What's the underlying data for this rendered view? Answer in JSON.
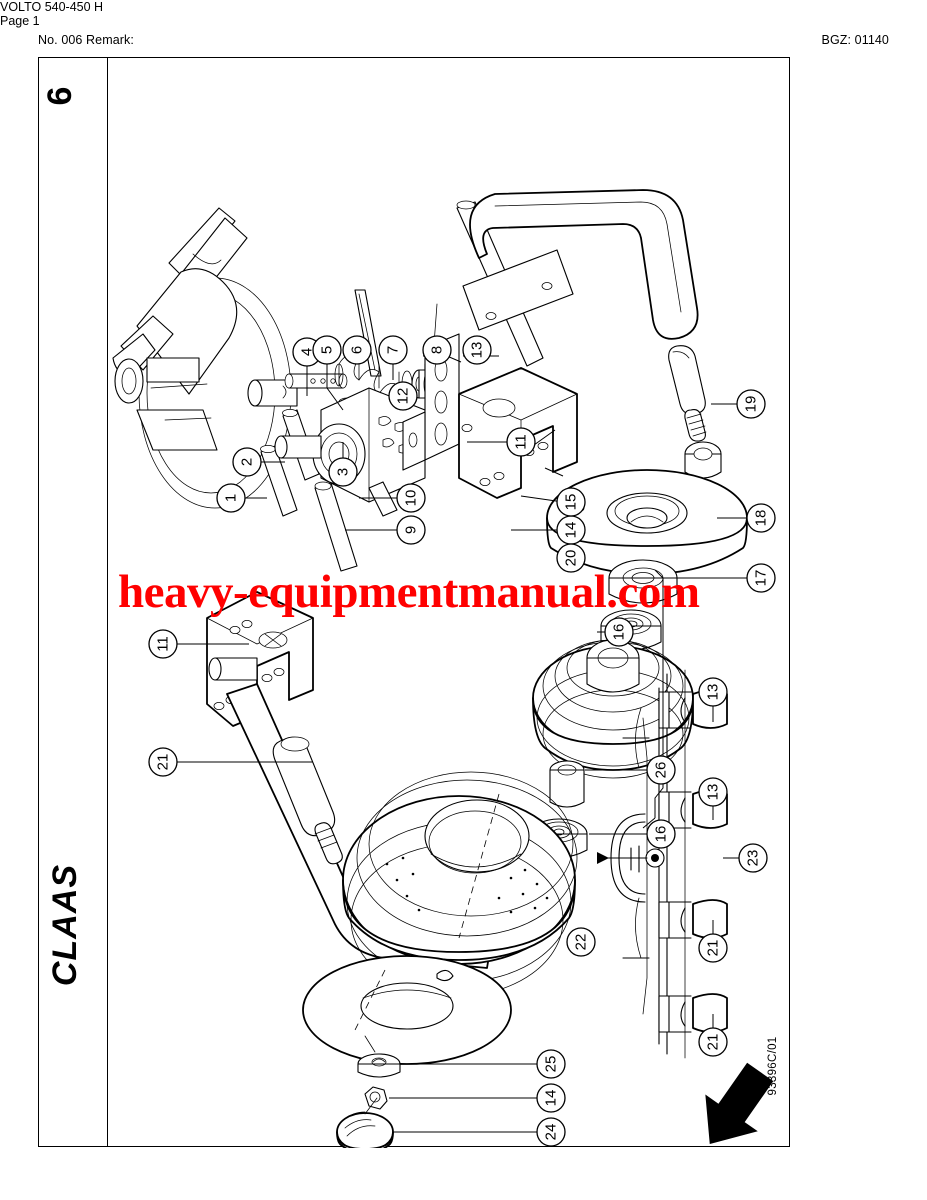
{
  "header": {
    "left": "No. 006   Remark:",
    "right": "BGZ: 01140"
  },
  "footer": {
    "left": "VOLTO 540-450 H",
    "right": "Page 1"
  },
  "frame": {
    "page_number": "6",
    "brand": "CLAAS",
    "drawing_number": "93396C/01"
  },
  "watermark": {
    "text": "heavy-equipmentmanual.com",
    "color": "#ff0000"
  },
  "diagram": {
    "title": "Wheel / tine arm exploded parts view",
    "callouts": [
      {
        "id": "c1",
        "label": "1"
      },
      {
        "id": "c2",
        "label": "2"
      },
      {
        "id": "c3",
        "label": "3"
      },
      {
        "id": "c4",
        "label": "4"
      },
      {
        "id": "c5",
        "label": "5"
      },
      {
        "id": "c6",
        "label": "6"
      },
      {
        "id": "c7",
        "label": "7"
      },
      {
        "id": "c8",
        "label": "8"
      },
      {
        "id": "c9",
        "label": "9"
      },
      {
        "id": "c10",
        "label": "10"
      },
      {
        "id": "c11",
        "label": "11"
      },
      {
        "id": "c11b",
        "label": "11"
      },
      {
        "id": "c12",
        "label": "12"
      },
      {
        "id": "c13",
        "label": "13"
      },
      {
        "id": "c13b",
        "label": "13"
      },
      {
        "id": "c13c",
        "label": "13"
      },
      {
        "id": "c14",
        "label": "14"
      },
      {
        "id": "c14b",
        "label": "14"
      },
      {
        "id": "c15",
        "label": "15"
      },
      {
        "id": "c16",
        "label": "16"
      },
      {
        "id": "c16b",
        "label": "16"
      },
      {
        "id": "c17",
        "label": "17"
      },
      {
        "id": "c18",
        "label": "18"
      },
      {
        "id": "c19",
        "label": "19"
      },
      {
        "id": "c20",
        "label": "20"
      },
      {
        "id": "c21",
        "label": "21"
      },
      {
        "id": "c21b",
        "label": "21"
      },
      {
        "id": "c21c",
        "label": "21"
      },
      {
        "id": "c22",
        "label": "22"
      },
      {
        "id": "c23",
        "label": "23"
      },
      {
        "id": "c24",
        "label": "24"
      },
      {
        "id": "c25",
        "label": "25"
      },
      {
        "id": "c26",
        "label": "26"
      }
    ]
  }
}
